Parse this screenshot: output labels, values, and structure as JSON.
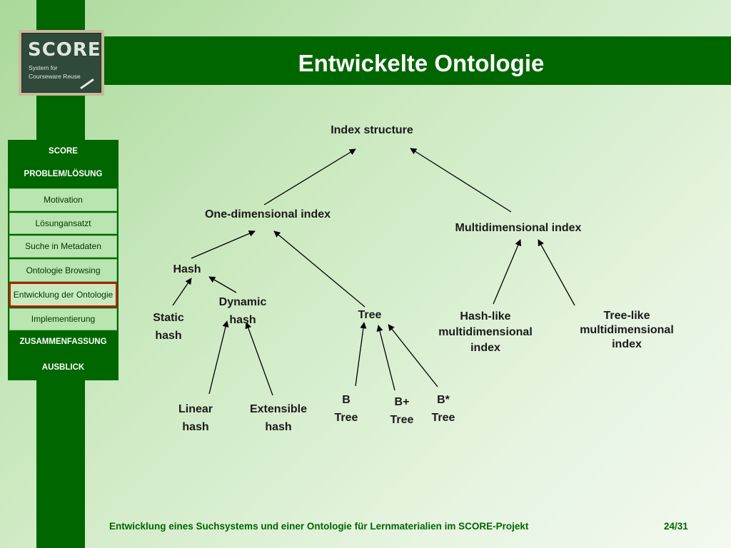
{
  "slide": {
    "title": "Entwickelte Ontologie",
    "footer": "Entwicklung eines Suchsystems und einer Ontologie für Lernmaterialien im SCORE-Projekt",
    "page_number": "24/31"
  },
  "logo": {
    "name": "SCORE",
    "subtitle_line1": "System for",
    "subtitle_line2": "Courseware Reuse"
  },
  "nav": {
    "items": [
      {
        "label": "SCORE",
        "type": "major"
      },
      {
        "label": "PROBLEM/LÖSUNG",
        "type": "major"
      },
      {
        "label": "Motivation",
        "type": "minor"
      },
      {
        "label": "Lösungansatzt",
        "type": "minor"
      },
      {
        "label": "Suche in Metadaten",
        "type": "minor"
      },
      {
        "label": "Ontologie Browsing",
        "type": "minor"
      },
      {
        "label": "Entwicklung der Ontologie",
        "type": "minor",
        "active": true
      },
      {
        "label": "Implementierung",
        "type": "minor"
      },
      {
        "label": "ZUSAMMENFASSUNG",
        "type": "major"
      },
      {
        "label": "AUSBLICK",
        "type": "major"
      }
    ]
  },
  "diagram": {
    "nodes": {
      "index_structure": "Index structure",
      "one_dimensional": "One-dimensional index",
      "multidimensional": "Multidimensional index",
      "hash": "Hash",
      "static_hash": [
        "Static",
        "hash"
      ],
      "dynamic_hash": [
        "Dynamic",
        "hash"
      ],
      "tree": "Tree",
      "hash_like": [
        "Hash-like",
        "multidimensional",
        "index"
      ],
      "tree_like": [
        "Tree-like",
        "multidimensional",
        "index"
      ],
      "linear_hash": [
        "Linear",
        "hash"
      ],
      "extensible_hash": [
        "Extensible",
        "hash"
      ],
      "b_tree": [
        "B",
        "Tree"
      ],
      "b_plus_tree": [
        "B+",
        "Tree"
      ],
      "b_star_tree": [
        "B*",
        "Tree"
      ]
    },
    "edges": [
      {
        "from": "one_dimensional",
        "to": "index_structure"
      },
      {
        "from": "multidimensional",
        "to": "index_structure"
      },
      {
        "from": "hash",
        "to": "one_dimensional"
      },
      {
        "from": "tree",
        "to": "one_dimensional"
      },
      {
        "from": "hash_like",
        "to": "multidimensional"
      },
      {
        "from": "tree_like",
        "to": "multidimensional"
      },
      {
        "from": "static_hash",
        "to": "hash"
      },
      {
        "from": "dynamic_hash",
        "to": "hash"
      },
      {
        "from": "linear_hash",
        "to": "dynamic_hash"
      },
      {
        "from": "extensible_hash",
        "to": "dynamic_hash"
      },
      {
        "from": "b_tree",
        "to": "tree"
      },
      {
        "from": "b_plus_tree",
        "to": "tree"
      },
      {
        "from": "b_star_tree",
        "to": "tree"
      }
    ]
  },
  "colors": {
    "brand_green": "#006600",
    "nav_item_bg": "#b9e6b0",
    "active_border": "#ff0000"
  }
}
